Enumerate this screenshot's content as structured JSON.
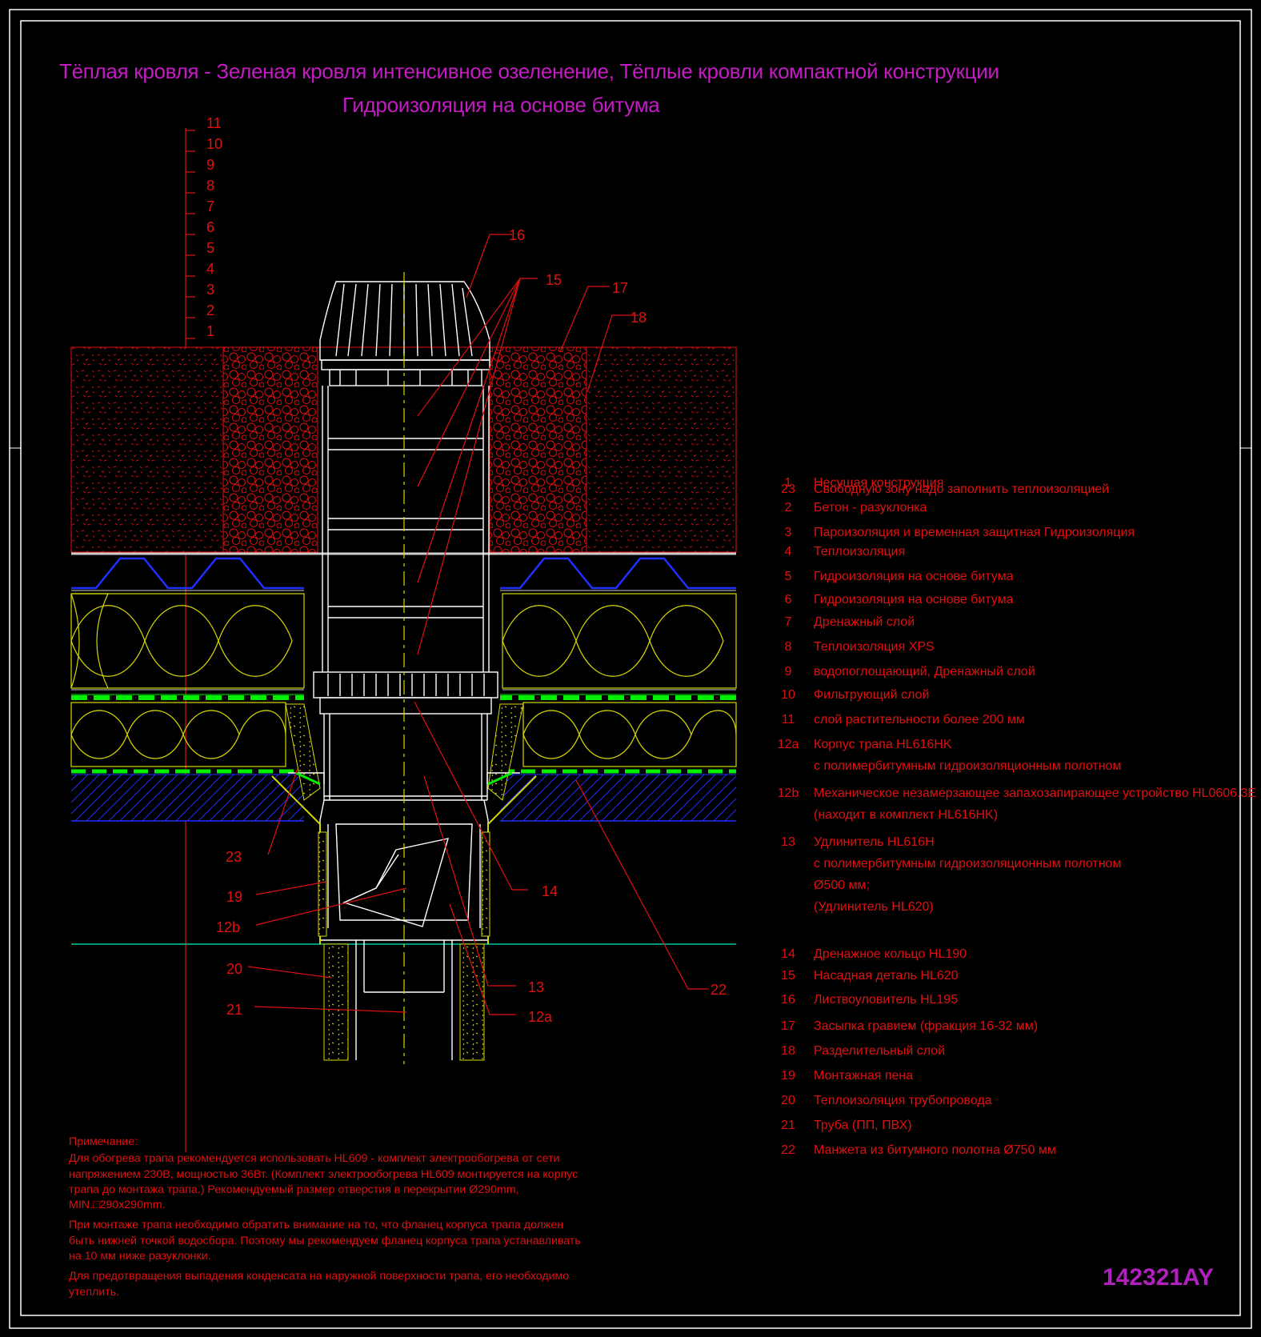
{
  "title": {
    "line1": "Тёплая кровля - Зеленая кровля интенсивное озеленение, Тёплые кровли компактной конструкции",
    "line2": "Гидроизоляция на основе битума"
  },
  "scale_ticks": [
    "1",
    "2",
    "3",
    "4",
    "5",
    "6",
    "7",
    "8",
    "9",
    "10",
    "11"
  ],
  "callouts": {
    "c15": "15",
    "c16": "16",
    "c17": "17",
    "c18": "18",
    "c23": "23",
    "c19": "19",
    "c12b": "12b",
    "c20": "20",
    "c21": "21",
    "c14": "14",
    "c13": "13",
    "c12a": "12a",
    "c22": "22"
  },
  "legend": [
    {
      "num": "1",
      "lines": [
        "Несущая конструкция"
      ]
    },
    {
      "num": "2",
      "lines": [
        "Бетон - разуклонка"
      ]
    },
    {
      "num": "3",
      "lines": [
        "Пароизоляция и временная защитная Гидроизоляция"
      ]
    },
    {
      "num": "4",
      "lines": [
        "Теплоизоляция"
      ]
    },
    {
      "num": "5",
      "lines": [
        "Гидроизоляция на основе битума"
      ]
    },
    {
      "num": "6",
      "lines": [
        "Гидроизоляция на основе битума"
      ]
    },
    {
      "num": "7",
      "lines": [
        "Дренажный слой"
      ]
    },
    {
      "num": "8",
      "lines": [
        "Теплоизоляция XPS"
      ]
    },
    {
      "num": "9",
      "lines": [
        "водопоглощающий, Дренажный слой"
      ]
    },
    {
      "num": "10",
      "lines": [
        "Фильтрующий слой"
      ]
    },
    {
      "num": "11",
      "lines": [
        "слой растительности более 200 мм"
      ]
    },
    {
      "num": "12a",
      "lines": [
        "Корпус трапа HL616HK",
        "с полимербитумным гидроизоляционным полотном"
      ]
    },
    {
      "num": "12b",
      "lines": [
        "Механическое незамерзающее запахозапирающее устройство HL0606.3E",
        "(находит в комплект HL616HK)"
      ]
    },
    {
      "num": "13",
      "lines": [
        "Удлинитель HL616H",
        " с полимербитумным гидроизоляционным полотном",
        "Ø500 мм;",
        "(Удлинитель HL620)"
      ]
    },
    {
      "num": "14",
      "lines": [
        "Дренажное кольцо HL190"
      ]
    },
    {
      "num": "15",
      "lines": [
        "Насадная деталь HL620"
      ]
    },
    {
      "num": "16",
      "lines": [
        "Листвоуловитель HL195"
      ]
    },
    {
      "num": "17",
      "lines": [
        "Засыпка гравием (фракция 16-32 мм)"
      ]
    },
    {
      "num": "18",
      "lines": [
        "Разделительный слой"
      ]
    },
    {
      "num": "19",
      "lines": [
        "Монтажная пена"
      ]
    },
    {
      "num": "20",
      "lines": [
        "Теплоизоляция трубопровода"
      ]
    },
    {
      "num": "21",
      "lines": [
        "Труба (ПП, ПВХ)"
      ]
    },
    {
      "num": "22",
      "lines": [
        "Манжета из битумного полотна Ø750 мм"
      ]
    },
    {
      "num": "23",
      "lines": [
        "Свободную зону надо заполнить теплоизоляцией"
      ]
    }
  ],
  "notes": {
    "heading": "Примечание:",
    "p1": "Для обогрева трапа рекомендуется использовать HL609 - комплект электрообогрева от сети напряжением 230В, мощностью 36Вт. (Комплект электрообогрева HL609 монтируется на корпус трапа до монтажа трапа.) Рекомендуемый размер отверстия в перекрытии Ø290mm, MIN.□290x290mm.",
    "p2": "При монтаже трапа необходимо обратить внимание на то, что фланец корпуса трапа должен быть нижней точкой водосбора. Поэтому мы рекомендуем фланец корпуса трапа устанавливать на 10 мм ниже разуклонки.",
    "p3": "Для предотвращения выпадения конденсата на наружной поверхности трапа, его необходимо утеплить."
  },
  "stamp": "142321AY",
  "colors": {
    "title": "#c41bc4",
    "text": "#e01010",
    "frame": "#ffffff",
    "insulation": "#d8d800",
    "membrane": "#00ee00",
    "blue": "#1f2fff",
    "cyan": "#00c8a0",
    "pipe": "#ffffff"
  }
}
